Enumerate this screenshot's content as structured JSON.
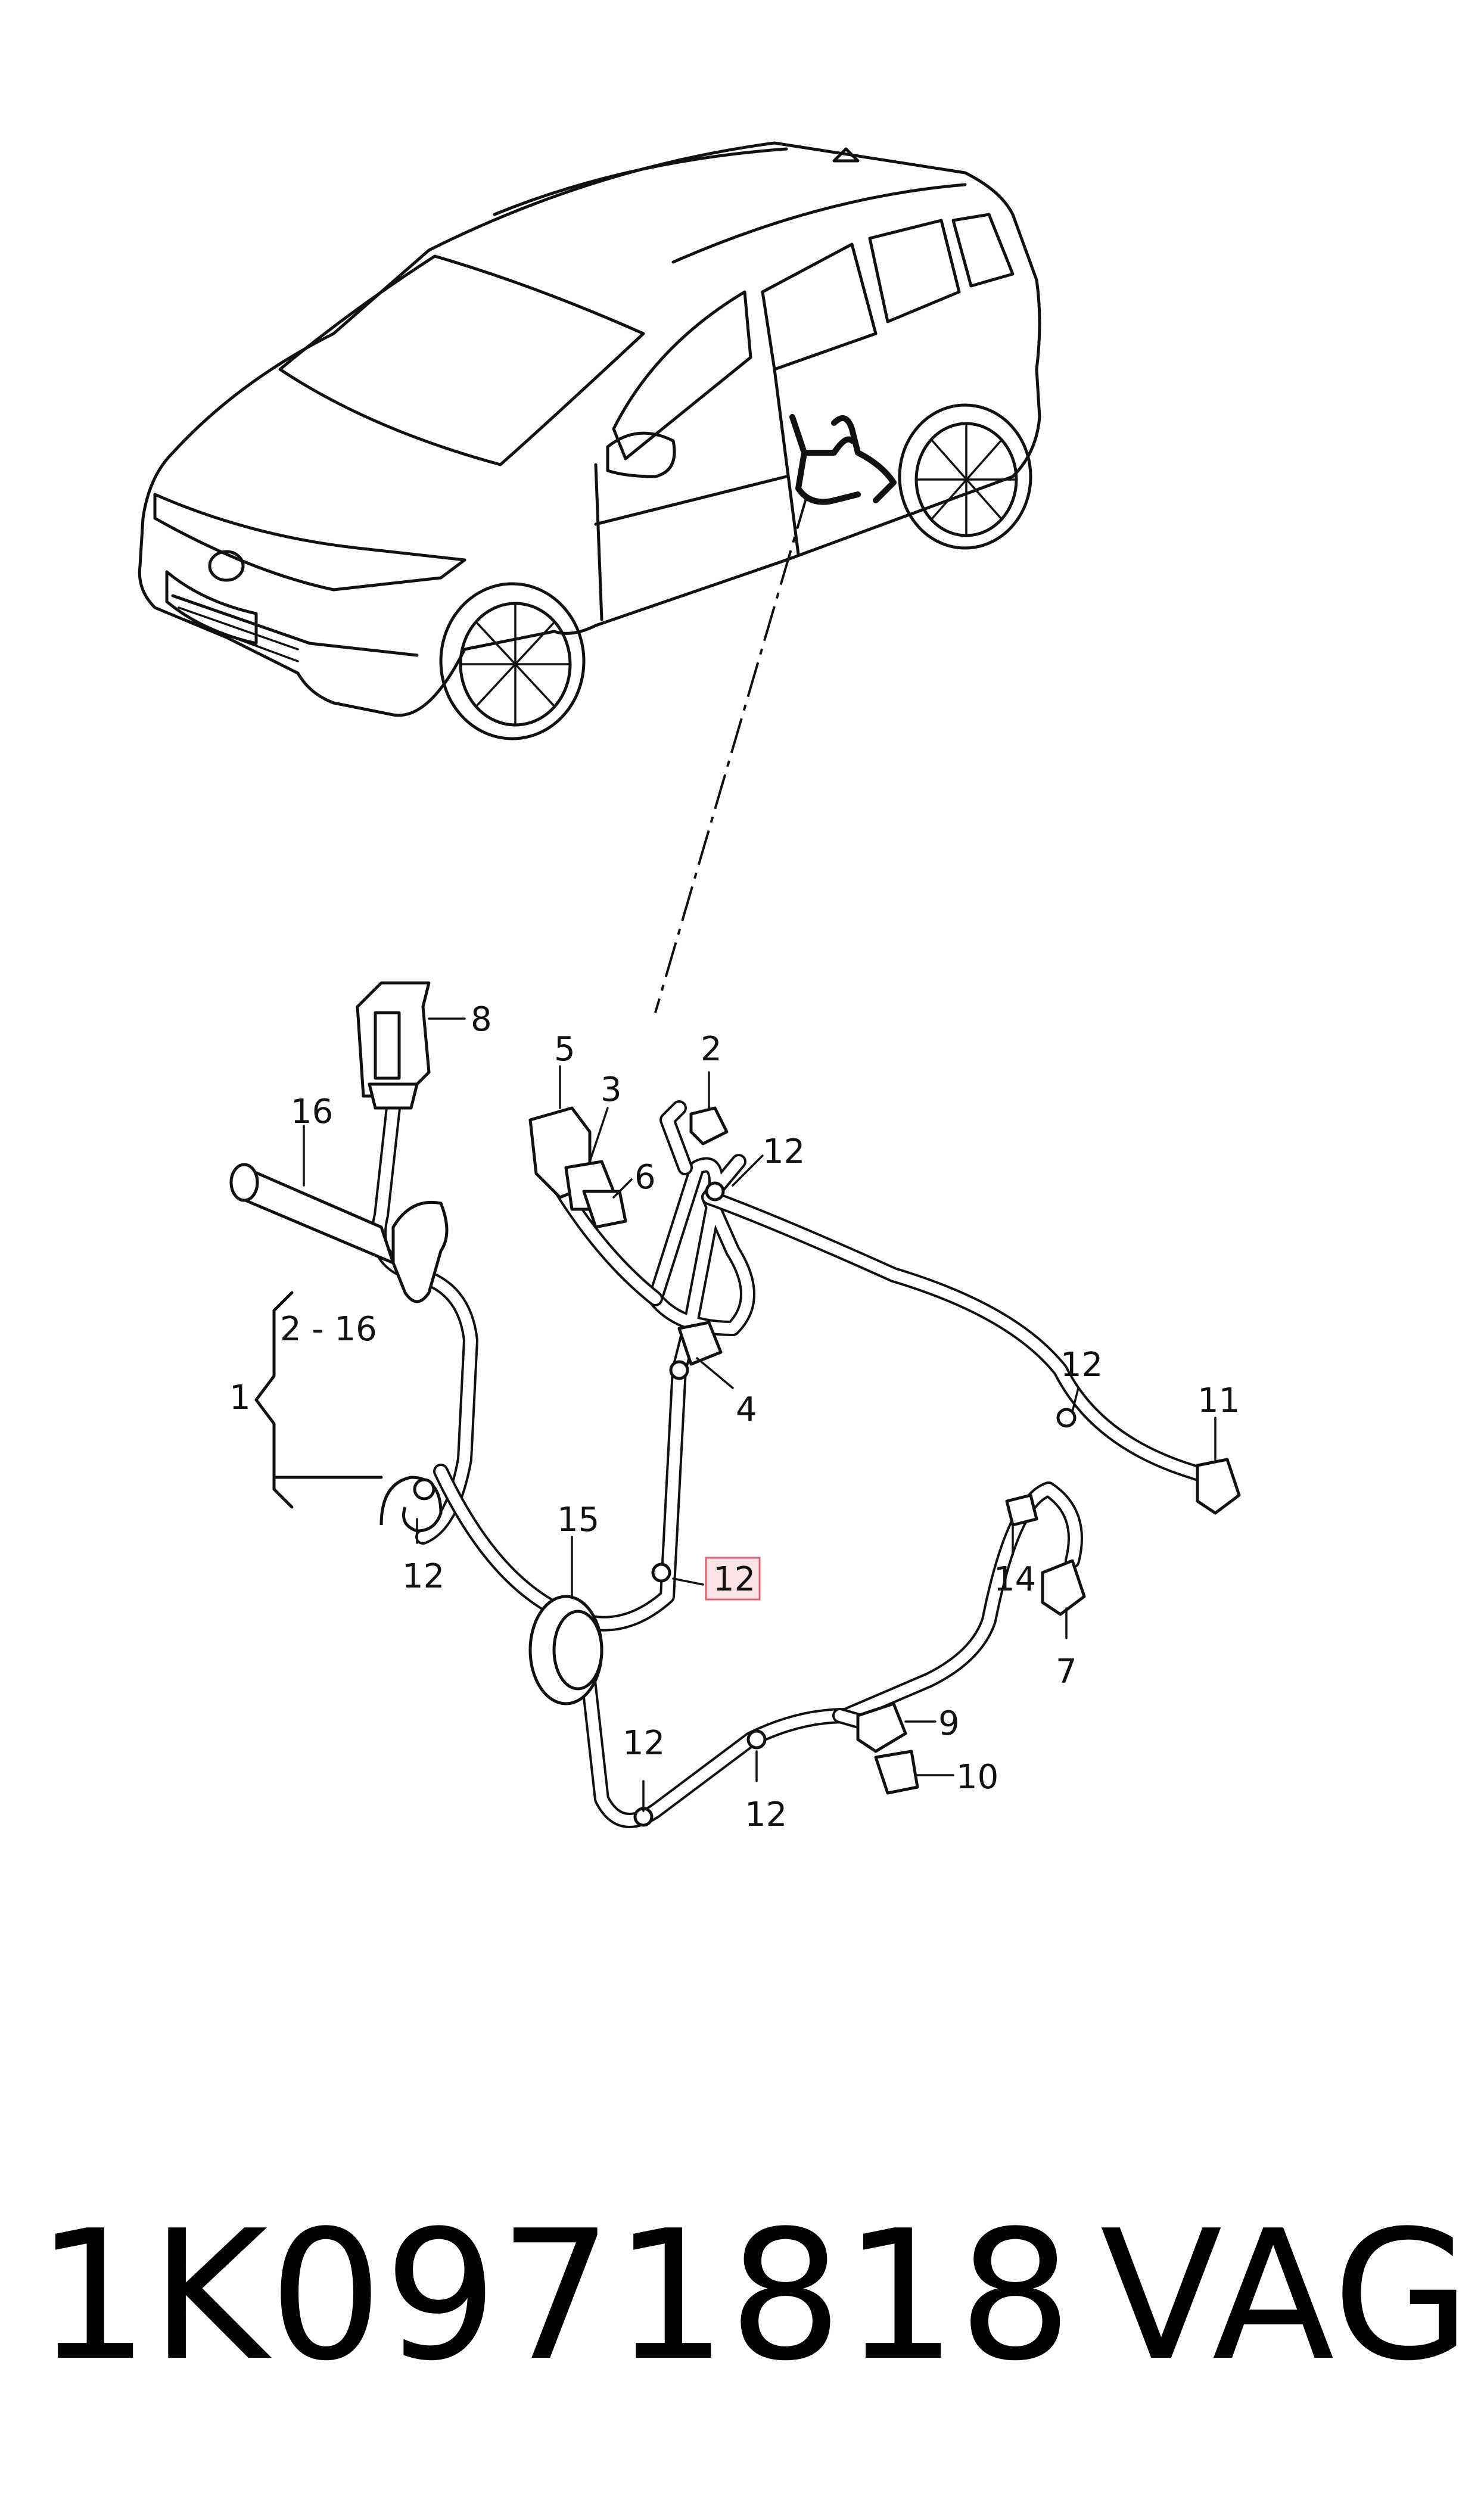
{
  "callouts": {
    "c1": "1",
    "c2": "2",
    "c2_16": "2 - 16",
    "c3": "3",
    "c4": "4",
    "c5": "5",
    "c6": "6",
    "c7": "7",
    "c8": "8",
    "c9": "9",
    "c10": "10",
    "c11": "11",
    "c12": "12",
    "c14": "14",
    "c15": "15",
    "c16": "16"
  },
  "highlighted_callout": "12",
  "highlight_color": "#e06070",
  "footer": {
    "part_number": "1K0971818",
    "brand": "VAG"
  }
}
